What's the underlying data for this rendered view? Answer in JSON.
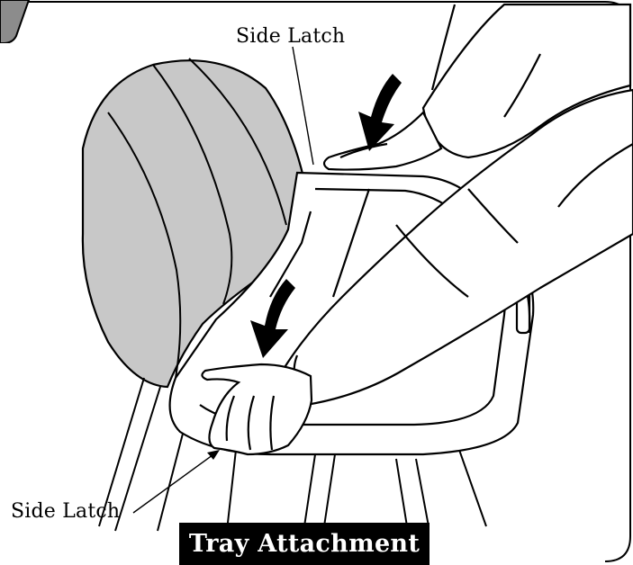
{
  "figure": {
    "caption": "Tray Attachment",
    "callouts": {
      "top": "Side Latch",
      "bottom": "Side Latch"
    }
  },
  "colors": {
    "ink": "#000000",
    "canopy_fill": "#c8c8c8",
    "step_tab_fill": "#8c8c8c",
    "caption_bg": "#000000",
    "caption_text": "#ffffff"
  }
}
